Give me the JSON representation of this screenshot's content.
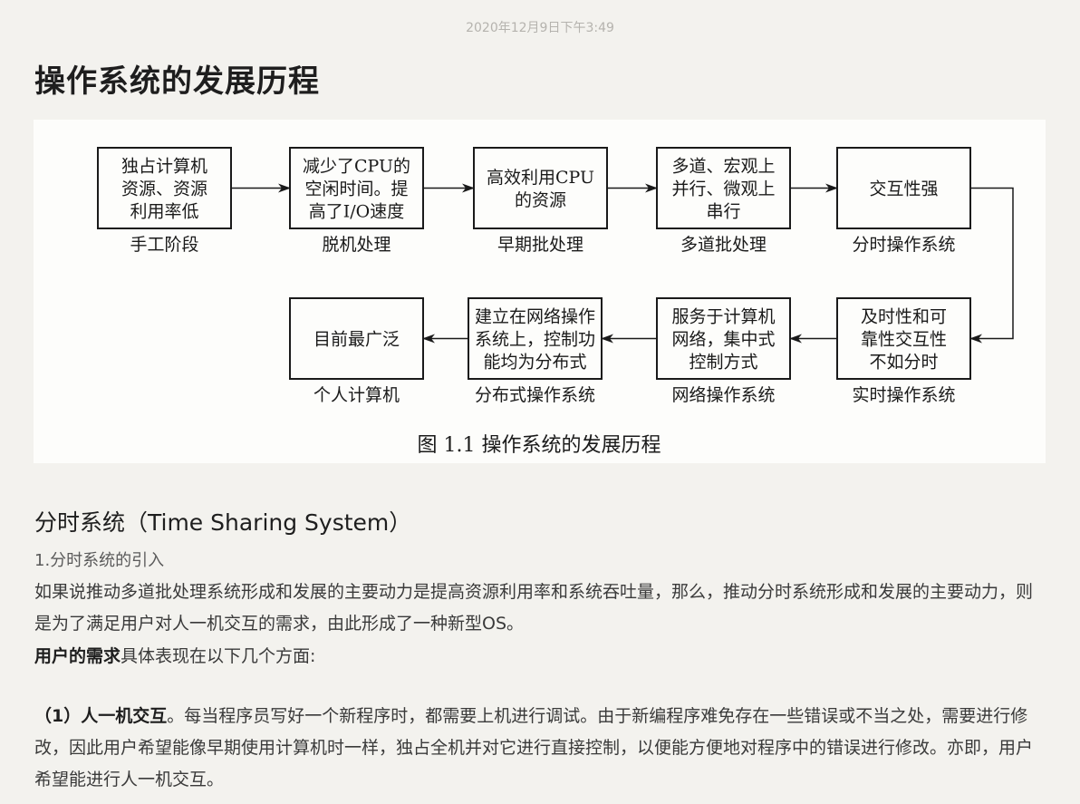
{
  "timestamp": "2020年12月9日下午3:49",
  "page_title": "操作系统的发展历程",
  "figure": {
    "top_row": [
      {
        "box_lines": [
          "独占计算机",
          "资源、资源",
          "利用率低"
        ],
        "label": "手工阶段"
      },
      {
        "box_lines": [
          "减少了CPU的",
          "空闲时间。提",
          "高了I/O速度"
        ],
        "label": "脱机处理"
      },
      {
        "box_lines": [
          "高效利用CPU",
          "的资源"
        ],
        "label": "早期批处理"
      },
      {
        "box_lines": [
          "多道、宏观上",
          "并行、微观上",
          "串行"
        ],
        "label": "多道批处理"
      },
      {
        "box_lines": [
          "交互性强"
        ],
        "label": "分时操作系统"
      }
    ],
    "bottom_row": [
      {
        "box_lines": [
          "目前最广泛"
        ],
        "label": "个人计算机"
      },
      {
        "box_lines": [
          "建立在网络操作",
          "系统上，控制功",
          "能均为分布式"
        ],
        "label": "分布式操作系统"
      },
      {
        "box_lines": [
          "服务于计算机",
          "网络，集中式",
          "控制方式"
        ],
        "label": "网络操作系统"
      },
      {
        "box_lines": [
          "及时性和可",
          "靠性交互性",
          "不如分时"
        ],
        "label": "实时操作系统"
      }
    ],
    "caption": "图 1.1    操作系统的发展历程"
  },
  "section": {
    "title": "分时系统（Time Sharing System）",
    "subsection": "1.分时系统的引入",
    "paragraph1": "如果说推动多道批处理系统形成和发展的主要动力是提高资源利用率和系统吞吐量，那么，推动分时系统形成和发展的主要动力，则是为了满足用户对人一机交互的需求，由此形成了一种新型OS。",
    "paragraph2_bold": "用户的需求",
    "paragraph2_rest": "具体表现在以下几个方面:",
    "paragraph3_bold": "（1）人一机交互",
    "paragraph3_rest": "。每当程序员写好一个新程序时，都需要上机进行调试。由于新编程序难免存在一些错误或不当之处，需要进行修改，因此用户希望能像早期使用计算机时一样，独占全机并对它进行直接控制，以便能方便地对程序中的错误进行修改。亦即，用户希望能进行人一机交互。"
  }
}
